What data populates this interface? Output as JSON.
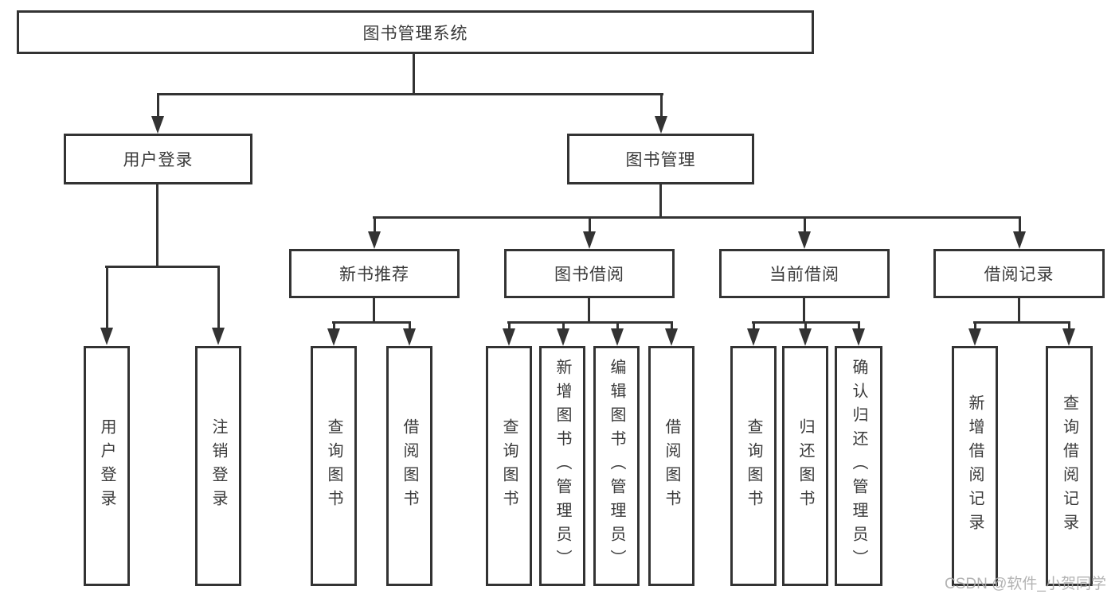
{
  "tree": {
    "root": {
      "label": "图书管理系统",
      "children": [
        {
          "label": "用户登录",
          "children": [
            {
              "label": "用户登录"
            },
            {
              "label": "注销登录"
            }
          ]
        },
        {
          "label": "图书管理",
          "children": [
            {
              "label": "新书推荐",
              "children": [
                {
                  "label": "查询图书"
                },
                {
                  "label": "借阅图书"
                }
              ]
            },
            {
              "label": "图书借阅",
              "children": [
                {
                  "label": "查询图书"
                },
                {
                  "label": "新增图书（管理员）"
                },
                {
                  "label": "编辑图书（管理员）"
                },
                {
                  "label": "借阅图书"
                }
              ]
            },
            {
              "label": "当前借阅",
              "children": [
                {
                  "label": "查询图书"
                },
                {
                  "label": "归还图书"
                },
                {
                  "label": "确认归还（管理员）"
                }
              ]
            },
            {
              "label": "借阅记录",
              "children": [
                {
                  "label": "新增借阅记录"
                },
                {
                  "label": "查询借阅记录"
                }
              ]
            }
          ]
        }
      ]
    }
  },
  "watermark": {
    "text": "CSDN @软件_小贺同学"
  },
  "colors": {
    "line": "#333333",
    "text": "#3a3a3a",
    "watermark": "#ababab",
    "background": "#ffffff"
  }
}
